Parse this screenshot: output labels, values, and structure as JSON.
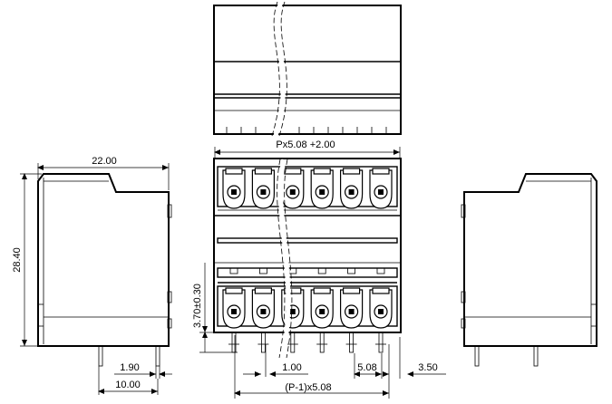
{
  "dimensions": {
    "width_total": "22.00",
    "height_total": "28.40",
    "pitch_total": "Px5.08 +2.00",
    "pin_height": "3.70±0.30",
    "pin_offset_1": "1.90",
    "pin_spacing_side": "10.00",
    "pin_width": "1.00",
    "pitch": "5.08",
    "edge_margin": "3.50",
    "pitch_count": "(P-1)x5.08"
  },
  "pole_count": 6
}
